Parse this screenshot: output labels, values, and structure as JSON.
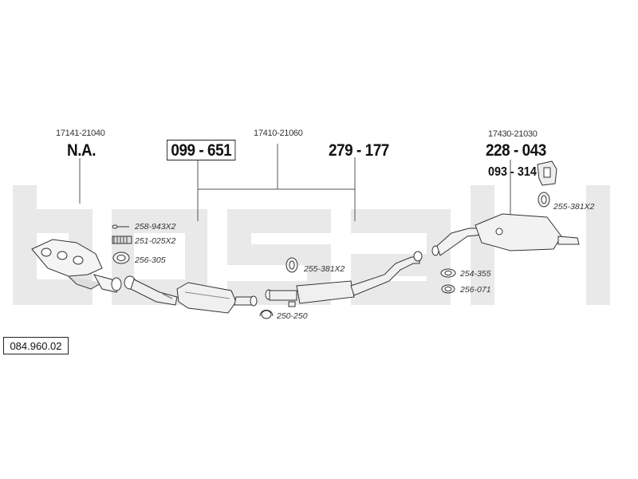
{
  "diagram": {
    "reference": "084.960.02",
    "watermark_color": "#e8e8e8",
    "line_color": "#555555",
    "labels": {
      "oem_front": "17141-21040",
      "na": "N.A.",
      "oem_middle": "17410-21060",
      "part_cat": "099 - 651",
      "part_mid": "279 - 177",
      "oem_rear": "17430-21030",
      "part_rear": "228 - 043",
      "part_hanger": "093 - 314",
      "part_rear_ring": "255-381X2",
      "part_bolt": "258-943X2",
      "part_spring": "251-025X2",
      "part_gasket_front": "256-305",
      "part_ring_mid": "255-381X2",
      "part_clamp": "250-250",
      "part_254": "254-355",
      "part_256": "256-071"
    }
  }
}
